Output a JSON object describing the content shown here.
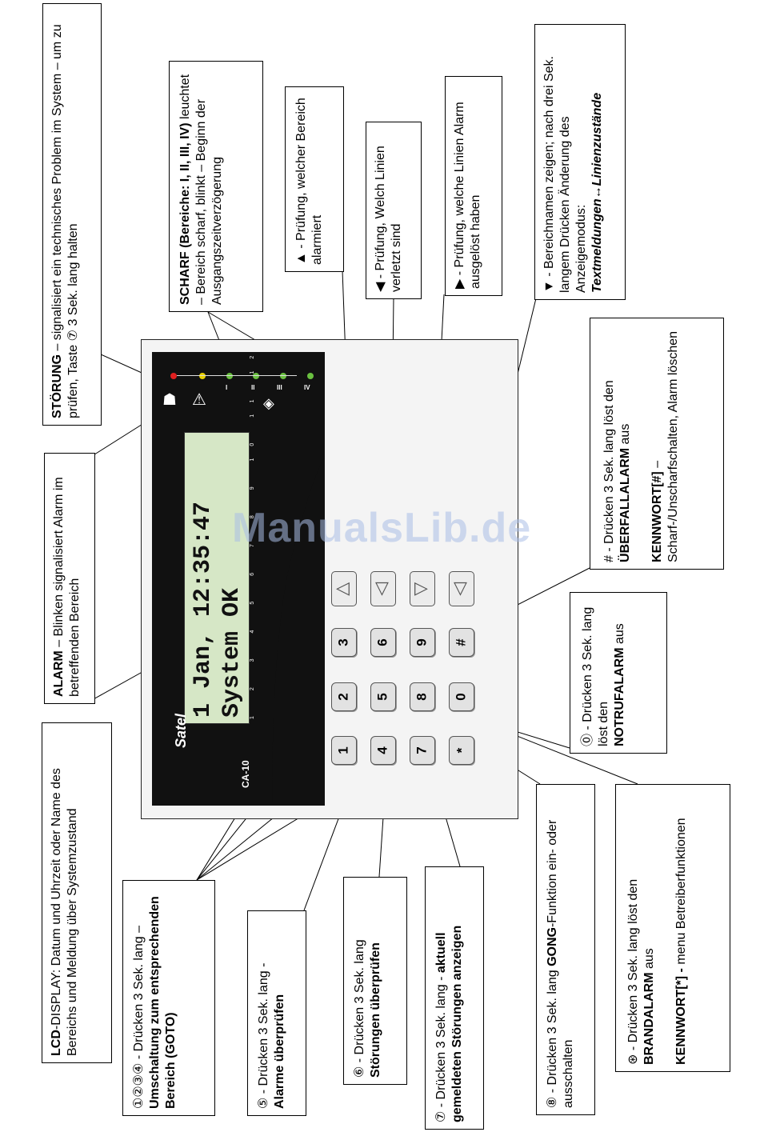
{
  "watermark": "ManualsLib.de",
  "device": {
    "brand": "Satel",
    "model": "CA-10",
    "lcd_line1": "1 Jan, 12:35:47",
    "lcd_line2": "System OK",
    "zone_numbers": [
      "1",
      "2",
      "3",
      "4",
      "5",
      "6",
      "7",
      "8",
      "9",
      "10",
      "11",
      "12",
      "13",
      "14",
      "15",
      "16"
    ],
    "partitions": [
      "I",
      "II",
      "III",
      "IV"
    ],
    "keys": [
      "1",
      "2",
      "3",
      "4",
      "5",
      "6",
      "7",
      "8",
      "9",
      "*",
      "0",
      "#"
    ],
    "arrow_keys": [
      "◁",
      "▽",
      "▷",
      "▽"
    ],
    "led_colors": {
      "red": "#e02020",
      "yellow": "#e8d000",
      "green": "#6ac040"
    }
  },
  "callouts": {
    "stoerung": {
      "bold": "STÖRUNG",
      "text": " – signalisiert ein technisches Problem im System – um zu prüfen, Taste ⑦ 3 Sek. lang halten"
    },
    "scharf": {
      "bold": "SCHARF (Bereiche: I, II, III, IV)",
      "text": " leuchtet – Bereich scharf, blinkt – Beginn der Ausgangszeitverzögerung"
    },
    "up": {
      "text": "▲ - Prüfung, welcher Bereich alarmiert"
    },
    "left": {
      "text": "◀ - Prüfung, Welch Linien verletzt sind"
    },
    "right": {
      "text": "▶ - Prüfung, welche Linien Alarm ausgelöst haben"
    },
    "down": {
      "text1": "▼ - Bereichnamen zeigen; nach drei Sek. langem Drücken Änderung des Anzeigemodus: ",
      "bold": "Textmeldungen↔Linienzustände"
    },
    "alarm": {
      "bold": "ALARM",
      "text": " – Blinken signalisiert Alarm im betreffenden Bereich"
    },
    "lcd": {
      "bold": "LCD",
      "text": "-DISPLAY: Datum und Uhrzeit oder Name des Bereichs und Meldung über Systemzustand"
    },
    "hash": {
      "text1": "# - Drücken 3 Sek. lang löst den ",
      "bold1": "ÜBERFALLALARM",
      "text2": " aus",
      "bold2": "KENNWORT[#]",
      "text3": " – Scharf-/Unscharfschalten, Alarm löschen"
    },
    "zero": {
      "text1": "⓪ - Drücken 3 Sek. lang löst den ",
      "bold": "NOTRUFALARM",
      "text2": " aus"
    },
    "goto": {
      "text1": "①②③④ - Drücken 3 Sek. lang – ",
      "bold": "Umschaltung zum entsprechenden Bereich (GOTO)"
    },
    "five": {
      "text1": "⑤ - Drücken 3 Sek. lang - ",
      "bold": "Alarme überprüfen"
    },
    "six": {
      "text1": "⑥ - Drücken 3 Sek. lang ",
      "bold": "Störungen überprüfen"
    },
    "seven": {
      "text1": "⑦ - Drücken 3 Sek. lang - ",
      "bold": "aktuell gemeldeten Störungen anzeigen"
    },
    "eight": {
      "text1": "⑧ - Drücken 3 Sek. lang ",
      "bold": "GONG",
      "text2": "-Funktion ein- oder ausschalten"
    },
    "star": {
      "text1": "⊛ - Drücken 3 Sek. lang löst den ",
      "bold1": "BRANDALARM",
      "text2": " aus",
      "bold2": "KENNWORT[*] -",
      "text3": " menu Betreiberfunktionen"
    }
  }
}
